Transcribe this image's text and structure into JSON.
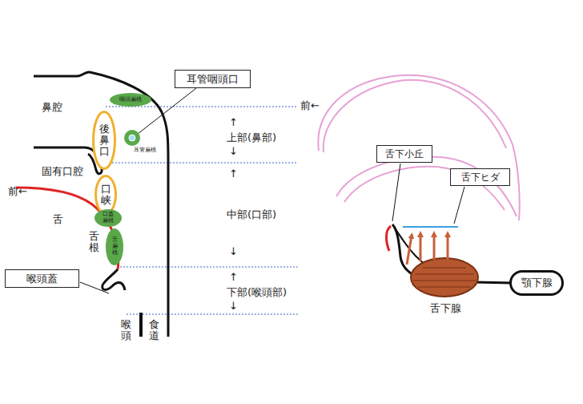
{
  "diagram": {
    "nodes": [
      {
        "text": [
          "咽頭扁桃"
        ]
      },
      {
        "text": [
          "耳管咽頭口"
        ]
      },
      {
        "text": [
          "後鼻口"
        ]
      },
      {
        "text": [
          "耳管扁桃"
        ]
      },
      {
        "text": [
          "口峡"
        ]
      },
      {
        "text": [
          "口蓋扁桃"
        ]
      },
      {
        "text": [
          "舌扁桃"
        ]
      },
      {
        "text": [
          "喉頭蓋"
        ]
      },
      {
        "text": [
          "舌下小丘"
        ]
      },
      {
        "text": [
          "舌下ヒダ"
        ]
      },
      {
        "text": [
          "顎下腺"
        ]
      }
    ],
    "labels": [
      "鼻腔",
      "↑",
      "上部(鼻部)",
      "↓",
      "固有口腔",
      "↑",
      "前←",
      "舌",
      "中部(口部)",
      "舌根",
      "↓",
      "↑",
      "下部(喉頭部)",
      "↓",
      "喉頭",
      "食道",
      "前←",
      "舌下腺"
    ]
  }
}
